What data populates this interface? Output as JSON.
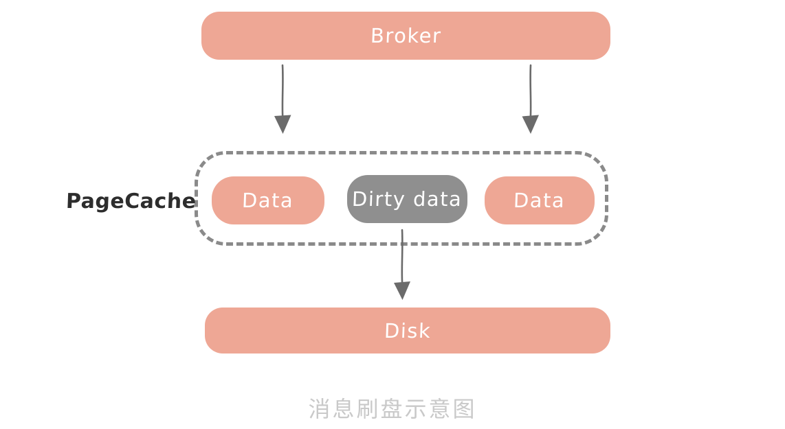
{
  "diagram": {
    "broker": {
      "label": "Broker"
    },
    "pagecache": {
      "label": "PageCache",
      "items": [
        {
          "label": "Data",
          "type": "data"
        },
        {
          "label": "Dirty data",
          "type": "dirty"
        },
        {
          "label": "Data",
          "type": "data"
        }
      ]
    },
    "disk": {
      "label": "Disk"
    },
    "caption": "消息刷盘示意图"
  },
  "colors": {
    "salmon_box": "#EEA795",
    "dirty_box": "#8F8F8F",
    "dashed_border": "#8A8A8A",
    "arrow": "#6B6B6B",
    "pagecache_label_text": "#2D2D2D",
    "caption_text": "#C9C9C9",
    "box_text": "#FFFFFF",
    "background": "#FFFFFF"
  }
}
